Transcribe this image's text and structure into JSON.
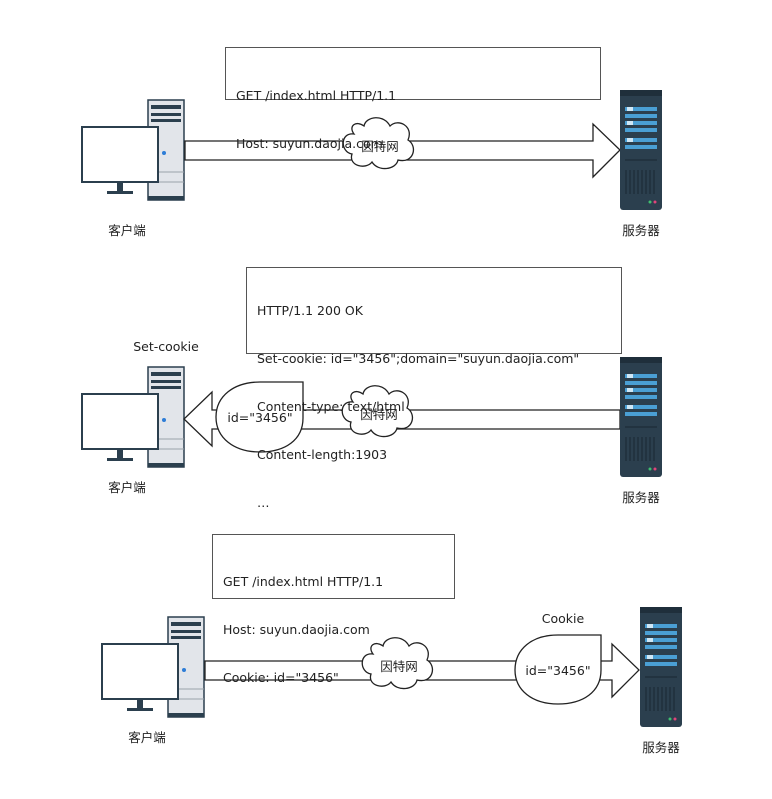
{
  "colors": {
    "server_body": "#2b3f4e",
    "server_bar": "#4a9fd4",
    "client_case": "#e2e5ea",
    "client_dark": "#2b3f4e",
    "power_led": "#2e7dd7",
    "arrow_outline": "#222222"
  },
  "scenes": [
    {
      "request_lines": [
        "GET /index.html HTTP/1.1",
        "Host: suyun.daojia.com"
      ],
      "client_label": "客户端",
      "server_label": "服务器",
      "cloud_label": "因特网"
    },
    {
      "response_lines": [
        "HTTP/1.1 200 OK",
        "Set-cookie: id=\"3456\";domain=\"suyun.daojia.com\"",
        "Content-type: text/html",
        "Content-length:1903",
        "…"
      ],
      "client_label": "客户端",
      "server_label": "服务器",
      "cloud_label": "因特网",
      "cookie_bubble": "id=\"3456\"",
      "set_cookie_caption": "Set-cookie"
    },
    {
      "request_lines": [
        "GET /index.html HTTP/1.1",
        "Host: suyun.daojia.com",
        "Cookie: id=\"3456\""
      ],
      "client_label": "客户端",
      "server_label": "服务器",
      "cloud_label": "因特网",
      "cookie_bubble": "id=\"3456\"",
      "cookie_caption": "Cookie"
    }
  ]
}
